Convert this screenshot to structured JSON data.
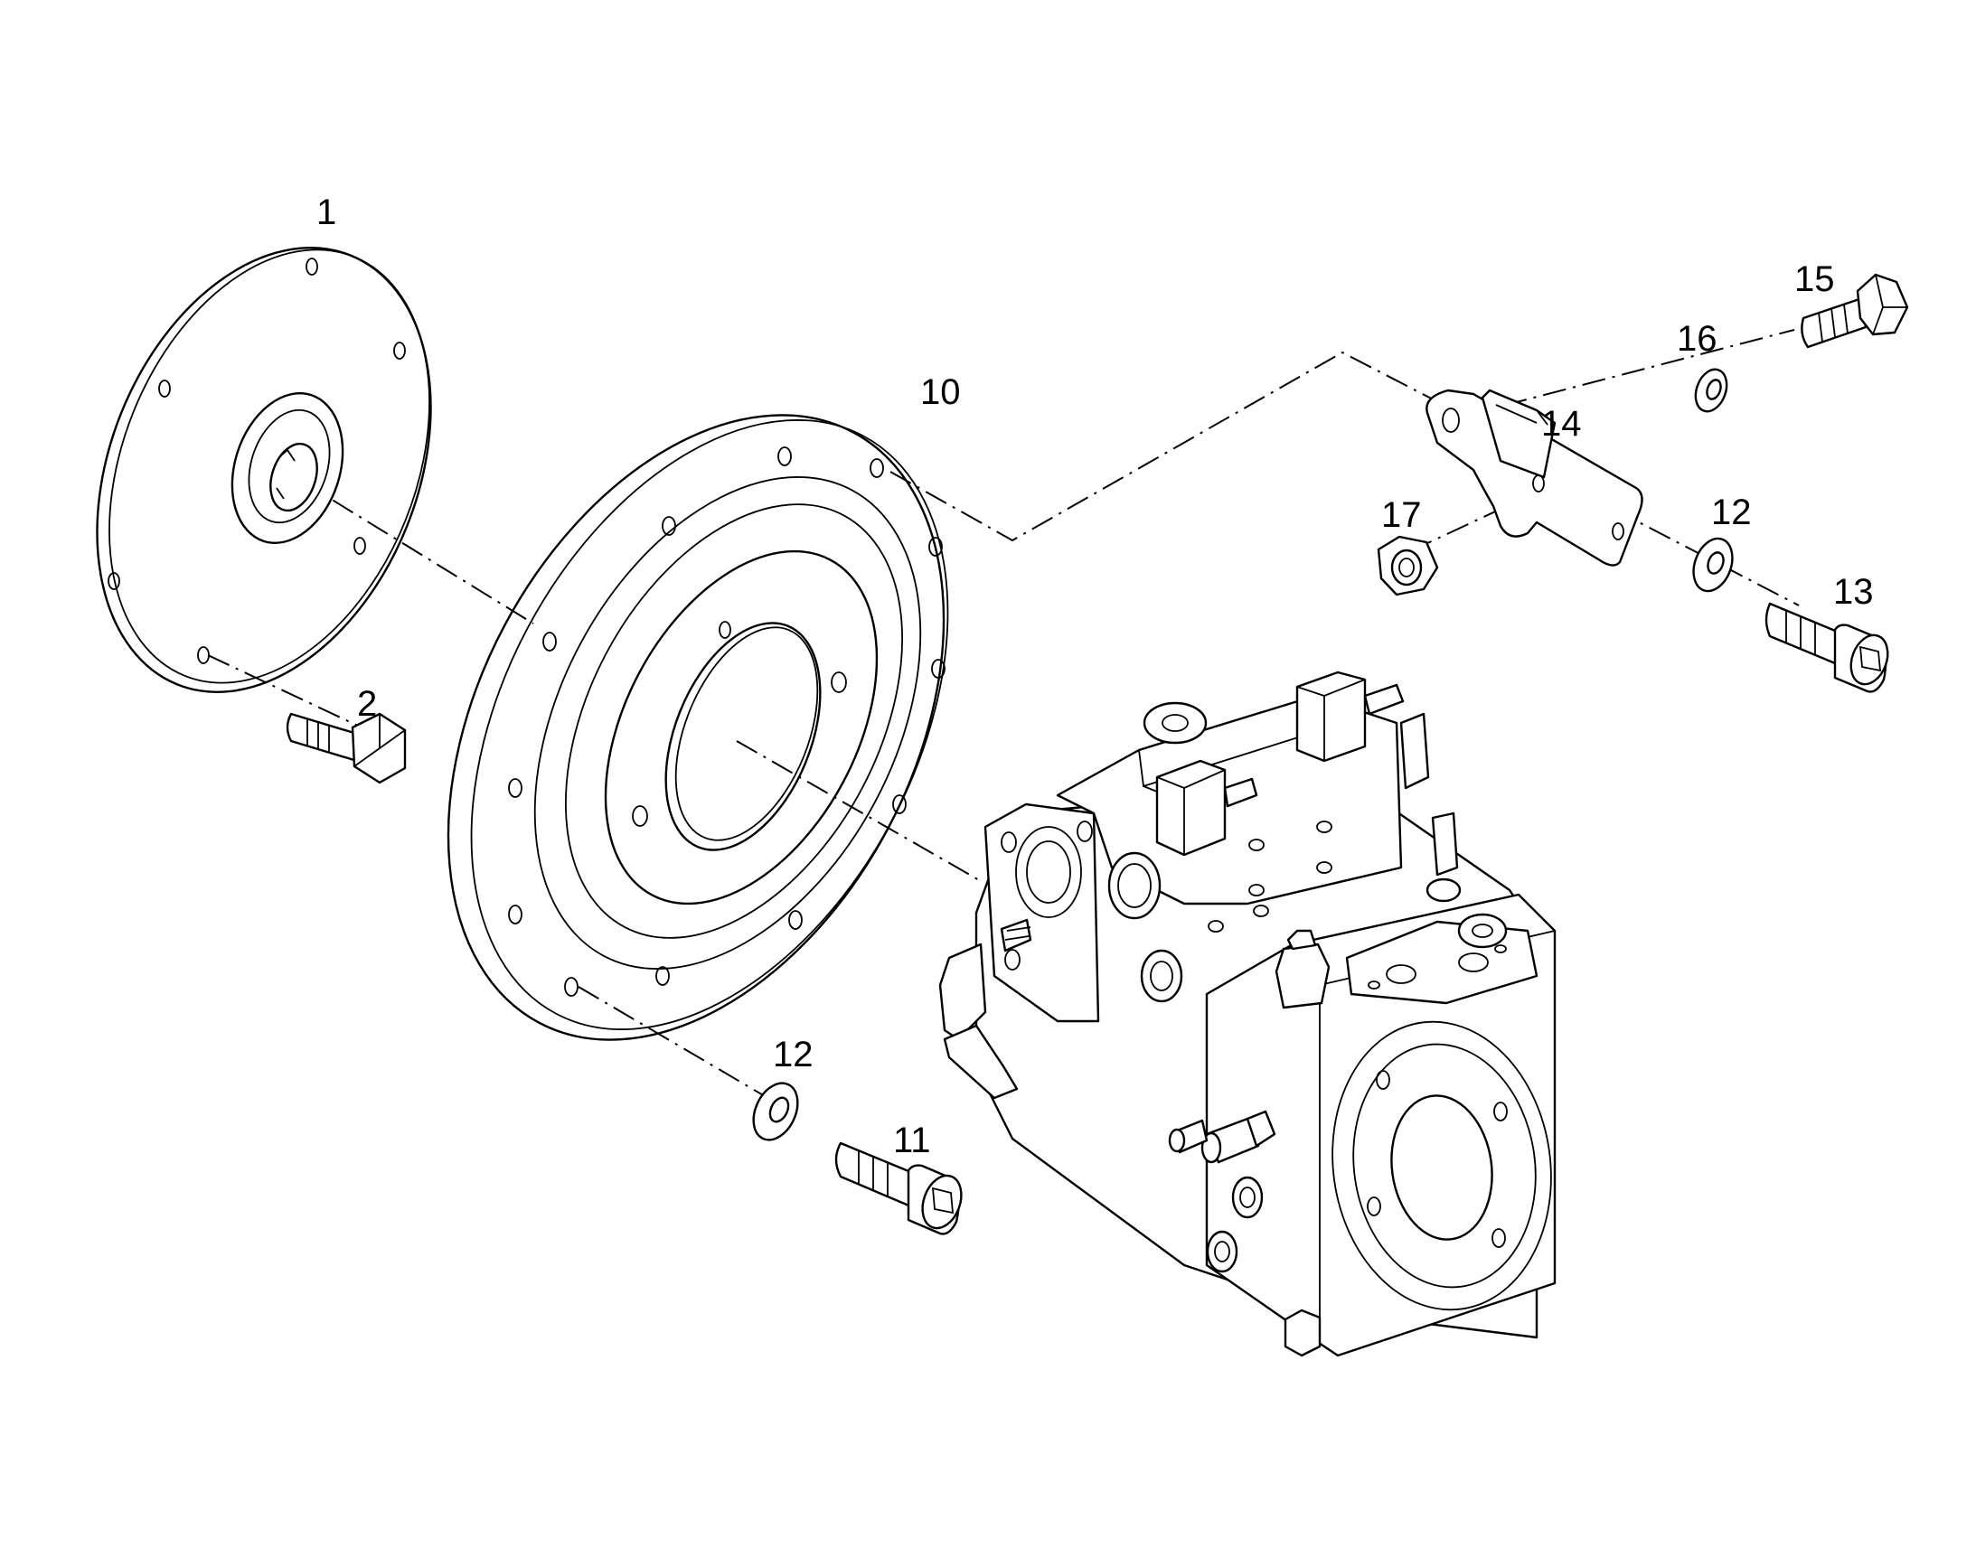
{
  "diagram": {
    "callouts": {
      "c1": "1",
      "c2": "2",
      "c10": "10",
      "c11": "11",
      "c12a": "12",
      "c12b": "12",
      "c13": "13",
      "c14": "14",
      "c15": "15",
      "c16": "16",
      "c17": "17"
    },
    "parts": [
      "flex-coupling-disc",
      "hex-bolt",
      "adapter-flange",
      "socket-head-cap-screw",
      "washer",
      "mounting-bracket",
      "hex-nut",
      "hydraulic-pump"
    ],
    "colors": {
      "line": "#000000",
      "background": "#ffffff"
    }
  }
}
